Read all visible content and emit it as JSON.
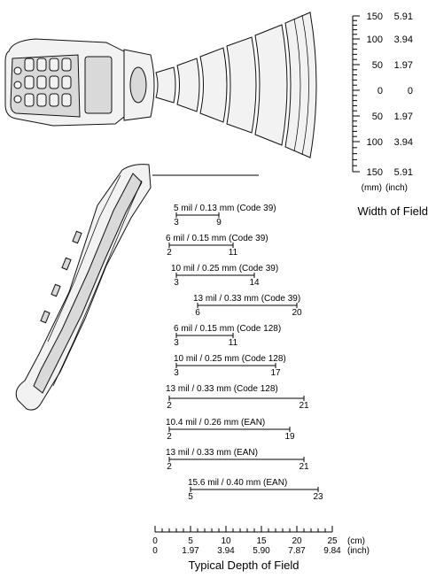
{
  "width_scale": {
    "ticks": [
      {
        "mm": "150",
        "inch": "5.91"
      },
      {
        "mm": "100",
        "inch": "3.94"
      },
      {
        "mm": "50",
        "inch": "1.97"
      },
      {
        "mm": "0",
        "inch": "0"
      },
      {
        "mm": "50",
        "inch": "1.97"
      },
      {
        "mm": "100",
        "inch": "3.94"
      },
      {
        "mm": "150",
        "inch": "5.91"
      }
    ],
    "unit_mm": "(mm)",
    "unit_inch": "(inch)",
    "title": "Width of Field"
  },
  "depth_scale": {
    "cm_ticks": [
      "0",
      "5",
      "10",
      "15",
      "20",
      "25"
    ],
    "inch_ticks": [
      "0",
      "1.97",
      "3.94",
      "5.90",
      "7.87",
      "9.84"
    ],
    "unit_cm": "(cm)",
    "unit_inch": "(inch)",
    "title": "Typical Depth of Field"
  },
  "chart_data": {
    "type": "range",
    "x_unit": "cm",
    "xlim": [
      0,
      25
    ],
    "ranges": [
      {
        "label": "5 mil / 0.13 mm (Code 39)",
        "min": 3,
        "max": 9,
        "min_label": "3",
        "max_label": "9"
      },
      {
        "label": "6 mil / 0.15 mm (Code 39)",
        "min": 2,
        "max": 11,
        "min_label": "2",
        "max_label": "11"
      },
      {
        "label": "10 mil / 0.25 mm (Code 39)",
        "min": 3,
        "max": 14,
        "min_label": "3",
        "max_label": "14"
      },
      {
        "label": "13 mil / 0.33 mm (Code 39)",
        "min": 6,
        "max": 20,
        "min_label": "6",
        "max_label": "20"
      },
      {
        "label": "6 mil / 0.15 mm (Code 128)",
        "min": 3,
        "max": 11,
        "min_label": "3",
        "max_label": "11"
      },
      {
        "label": "10 mil / 0.25 mm (Code 128)",
        "min": 3,
        "max": 17,
        "min_label": "3",
        "max_label": "17"
      },
      {
        "label": "13 mil / 0.33 mm (Code 128)",
        "min": 2,
        "max": 21,
        "min_label": "2",
        "max_label": "21"
      },
      {
        "label": "10.4 mil / 0.26 mm (EAN)",
        "min": 2,
        "max": 19,
        "min_label": "2",
        "max_label": "19"
      },
      {
        "label": "13 mil / 0.33 mm (EAN)",
        "min": 2,
        "max": 21,
        "min_label": "2",
        "max_label": "21"
      },
      {
        "label": "15.6 mil / 0.40 mm (EAN)",
        "min": 5,
        "max": 23,
        "min_label": "5",
        "max_label": "23"
      }
    ]
  }
}
